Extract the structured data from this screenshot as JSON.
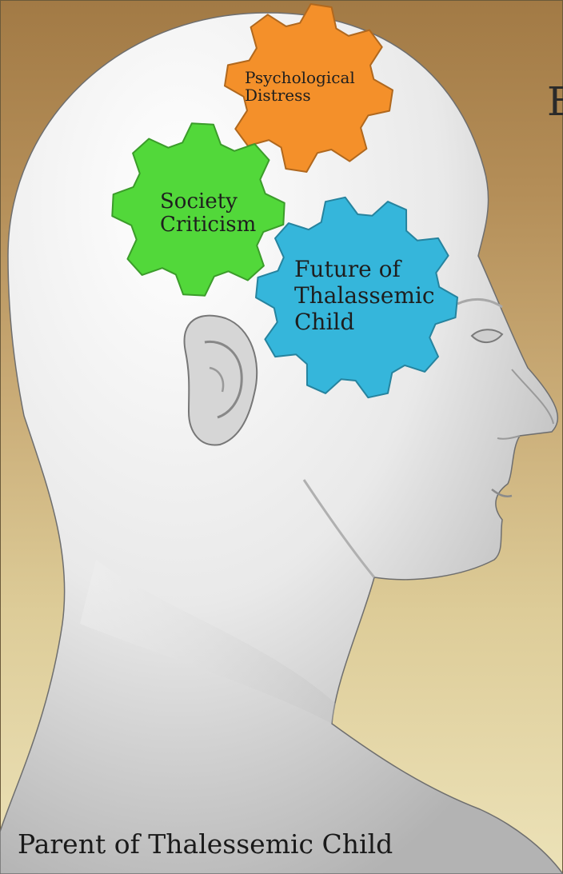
{
  "gears": {
    "psychological": {
      "lines": [
        "Psychological",
        "Distress"
      ],
      "color": "#f4902a"
    },
    "society": {
      "lines": [
        "Society",
        "Criticism"
      ],
      "color": "#52d83a"
    },
    "future": {
      "lines": [
        "Future of",
        "Thalassemic",
        "Child"
      ],
      "color": "#35b6db"
    }
  },
  "caption": "Parent of Thalessemic Child",
  "edge_glyph": "E",
  "colors": {
    "background_top": "#a27a45",
    "background_bottom": "#ece2b8",
    "head": "#ececec"
  }
}
